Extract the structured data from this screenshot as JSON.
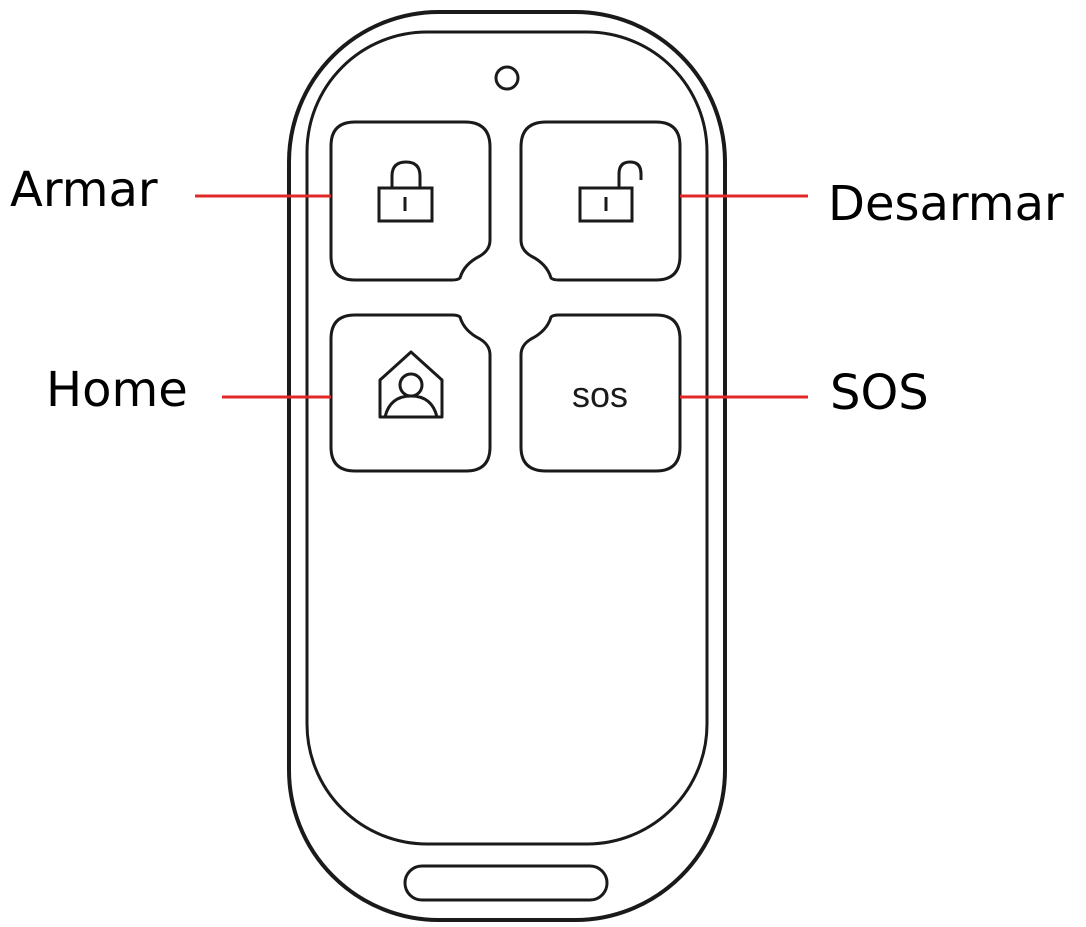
{
  "labels": {
    "arm": "Armar",
    "disarm": "Desarmar",
    "home": "Home",
    "sos": "SOS"
  },
  "buttons": {
    "arm": {
      "icon": "locked-padlock-icon"
    },
    "disarm": {
      "icon": "unlocked-padlock-icon"
    },
    "home": {
      "icon": "house-person-icon"
    },
    "sos": {
      "text": "SOS",
      "display_text": "sos"
    }
  },
  "colors": {
    "outline": "#1a1a1a",
    "leader_line": "#e02828",
    "background": "#ffffff"
  }
}
